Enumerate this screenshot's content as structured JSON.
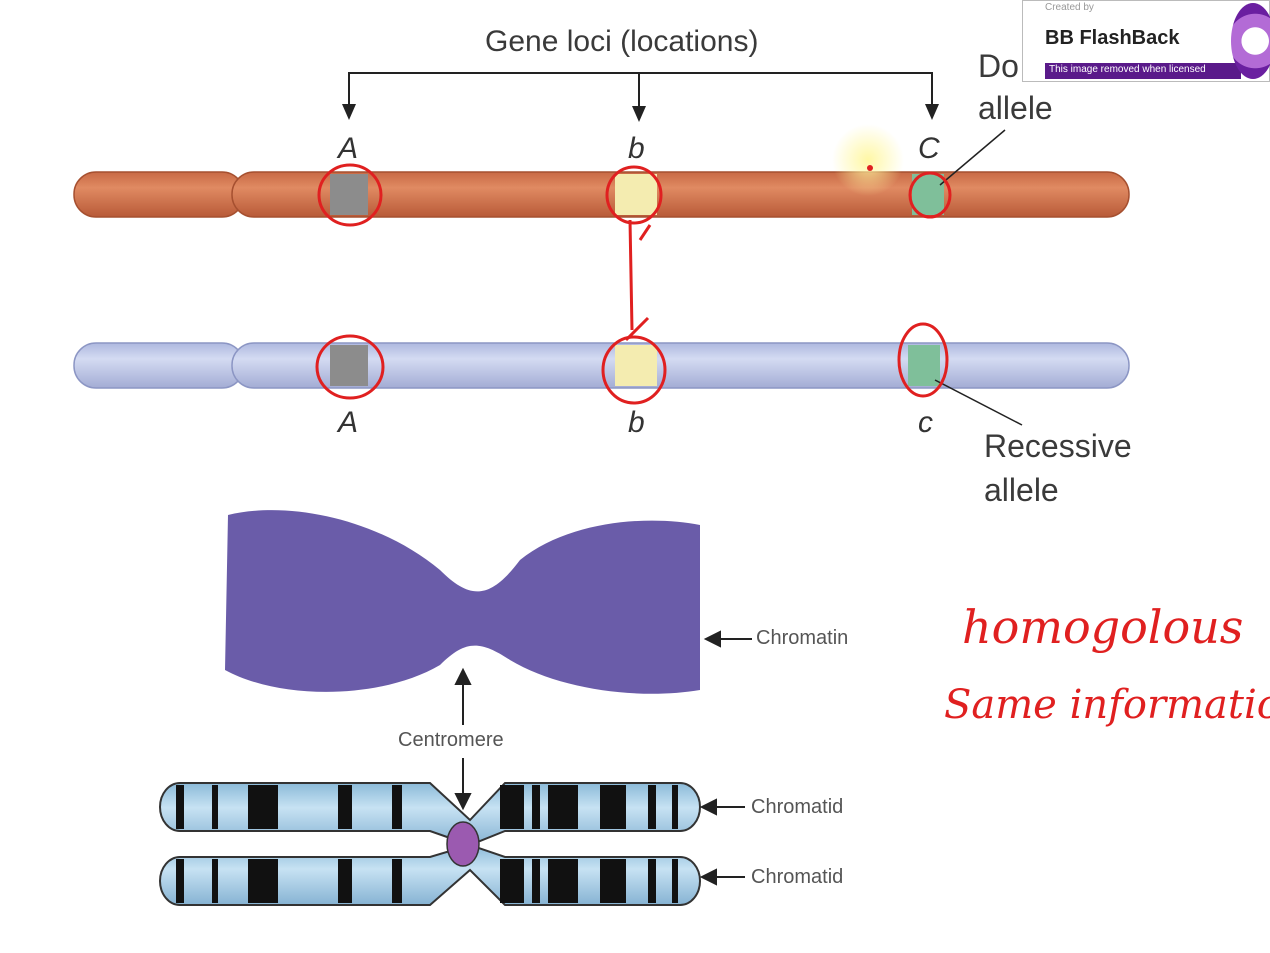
{
  "heading": "Gene loci (locations)",
  "top_chromosome": {
    "alleles": [
      "A",
      "b",
      "C"
    ]
  },
  "bottom_chromosome": {
    "alleles": [
      "A",
      "b",
      "c"
    ]
  },
  "labels": {
    "dominant_line1": "Do",
    "dominant_line2": "allele",
    "recessive_line1": "Recessive",
    "recessive_line2": "allele",
    "chromatin": "Chromatin",
    "centromere": "Centromere",
    "chromatid_1": "Chromatid",
    "chromatid_2": "Chromatid"
  },
  "handwriting": {
    "line1": "homogolous",
    "line2": "Same information"
  },
  "badge": {
    "caption": "Created by",
    "name": "BB FlashBack",
    "notice": "This image removed when licensed"
  },
  "colors": {
    "top_chromosome": "#d9774f",
    "bottom_chromosome": "#c3cbea",
    "annotation_red": "#e02020",
    "chromatin": "#5a4aa0",
    "chromatid_blue": "#a8cfe8",
    "centromere_purple": "#9b5ab0",
    "locus_grey": "#8c8c8c",
    "locus_yellow": "#f4ecb0",
    "locus_green": "#7fbf9a"
  }
}
